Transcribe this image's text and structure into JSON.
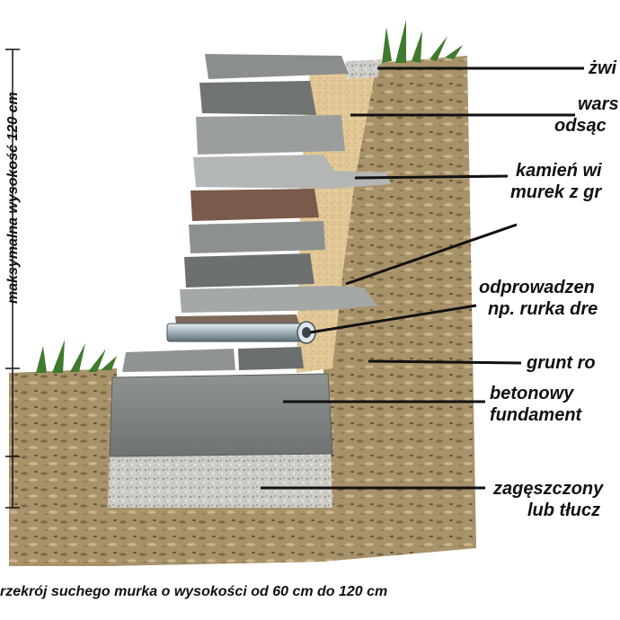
{
  "labels": {
    "zwir": "żwi",
    "warstwa": [
      "wars",
      "odsąc"
    ],
    "kamien": [
      "kamień wi",
      "murek z gr"
    ],
    "odprowadzenie": [
      "odprowadzen",
      "np. rurka dre"
    ],
    "grunt": "grunt ro",
    "fundament": [
      "betonowy",
      "fundament"
    ],
    "zageszczony": [
      "zagęszczony",
      "lub tłucz"
    ]
  },
  "dimension": {
    "max_height_text": "maksymalna wysokość 120 cm"
  },
  "caption": "rzekrój suchego murka o wysokości od 60 cm  do 120 cm"
}
